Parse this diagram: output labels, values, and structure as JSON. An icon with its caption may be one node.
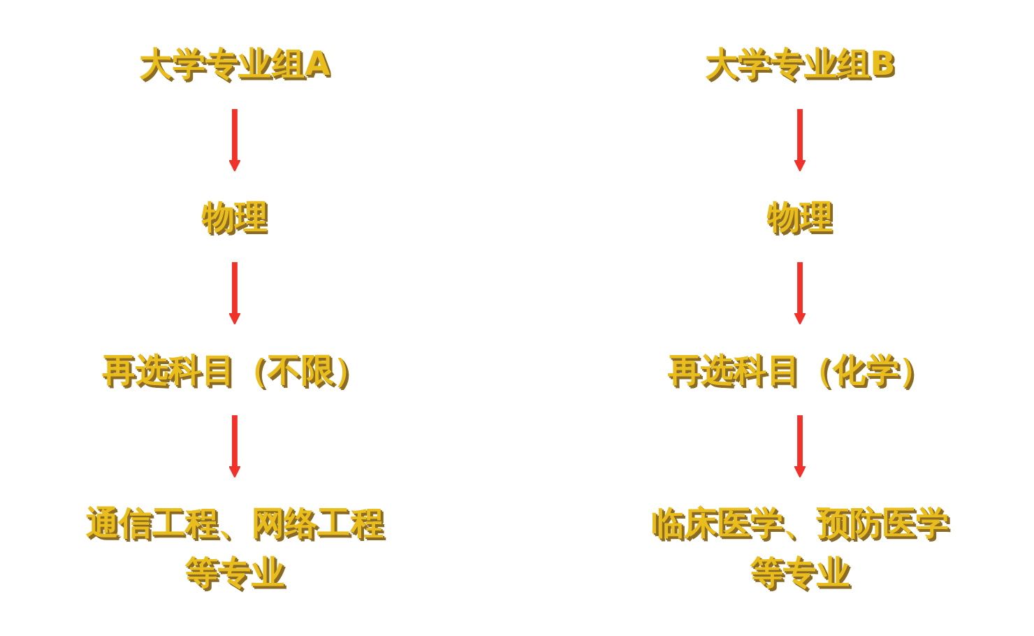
{
  "diagram": {
    "nodes": [
      {
        "text": [
          "大学专业组A"
        ]
      },
      {
        "text": [
          "物理"
        ]
      },
      {
        "text": [
          "再选科目（不限）"
        ]
      },
      {
        "text": [
          "通信工程、网络工程等专业"
        ]
      },
      {
        "text": [
          "大学专业组B"
        ]
      },
      {
        "text": [
          "物理"
        ]
      },
      {
        "text": [
          "再选科目（化学）"
        ]
      },
      {
        "text": [
          "临床医学、预防医学等专业"
        ]
      }
    ],
    "edges": [
      {
        "from": 0,
        "to": 1,
        "arrow": "to"
      },
      {
        "from": 1,
        "to": 2,
        "arrow": "to"
      },
      {
        "from": 2,
        "to": 3,
        "arrow": "to"
      },
      {
        "from": 4,
        "to": 5,
        "arrow": "to"
      },
      {
        "from": 5,
        "to": 6,
        "arrow": "to"
      },
      {
        "from": 6,
        "to": 7,
        "arrow": "to"
      }
    ]
  }
}
